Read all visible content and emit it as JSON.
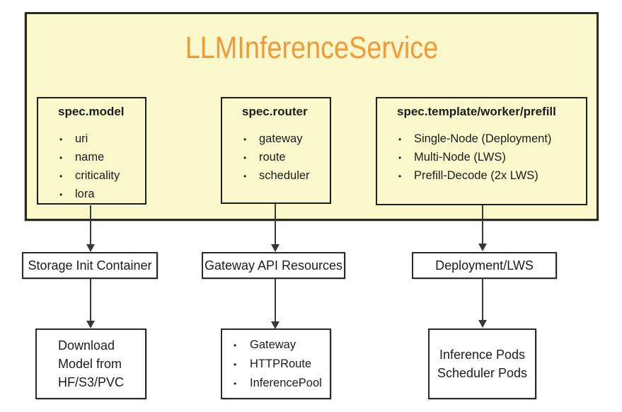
{
  "diagram": {
    "title": "LLMInferenceService",
    "spec_boxes": [
      {
        "heading": "spec.model",
        "items": [
          "uri",
          "name",
          "criticality",
          "lora"
        ]
      },
      {
        "heading": "spec.router",
        "items": [
          "gateway",
          "route",
          "scheduler"
        ]
      },
      {
        "heading": "spec.template/worker/prefill",
        "items": [
          "Single-Node (Deployment)",
          "Multi-Node (LWS)",
          "Prefill-Decode (2x LWS)"
        ]
      }
    ],
    "mid_boxes": [
      {
        "label": "Storage Init Container"
      },
      {
        "label": "Gateway API Resources"
      },
      {
        "label": "Deployment/LWS"
      }
    ],
    "bottom_boxes": [
      {
        "lines": [
          "Download",
          "Model from",
          "HF/S3/PVC"
        ]
      },
      {
        "items": [
          "Gateway",
          "HTTPRoute",
          "InferencePool"
        ]
      },
      {
        "lines": [
          "Inference Pods",
          "Scheduler Pods"
        ]
      }
    ],
    "icons": {
      "bullet": "•"
    },
    "colors": {
      "container_bg": "#FBF8CC",
      "title_orange": "#F2993A",
      "border_dark": "#2A2A2A",
      "arrow": "#383838"
    }
  }
}
